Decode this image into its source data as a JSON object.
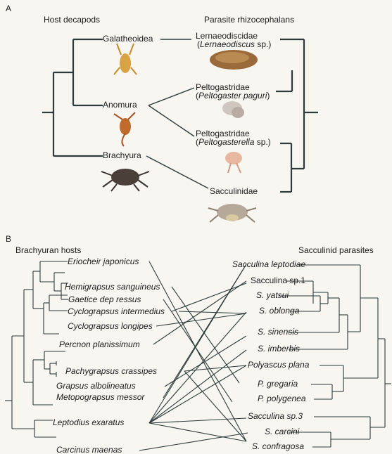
{
  "panel_a": {
    "letter": "A",
    "host_heading": "Host decapods",
    "parasite_heading": "Parasite rhizocephalans",
    "hosts": {
      "galatheoidea": "Galatheoidea",
      "anomura": "Anomura",
      "brachyura": "Brachyura"
    },
    "parasites": {
      "lernaeodiscidae": "Lernaeodiscidae",
      "lernaeodiscus_sci": "Lernaeodiscus",
      "lernaeodiscus_sp": " sp.)",
      "peltogastridae_1": "Peltogastridae",
      "peltogaster_sci": "Peltogaster paguri",
      "peltogastridae_2": "Peltogastridae",
      "peltogasterella_sci": "Peltogasterella",
      "peltogasterella_sp": " sp.)",
      "sacculinidae": "Sacculinidae"
    }
  },
  "panel_b": {
    "letter": "B",
    "host_heading": "Brachyuran hosts",
    "parasite_heading": "Sacculinid parasites",
    "hosts": [
      "Eriocheir japonicus",
      "Hemigrapsus sanguineus",
      "Gaetice dep ressus",
      "Cyclograpsus intermedius",
      "Cyclograpsus longipes",
      "Percnon planissimum",
      "Pachygrapsus crassipes",
      "Grapsus albolineatus",
      "Metopograpsus messor",
      "Leptodius exaratus",
      "Carcinus maenas"
    ],
    "parasites": [
      "Sacculina leptodiae",
      "Sacculina sp.1",
      "S. yatsui",
      "S. oblonga",
      "S. sinensis",
      "S. imberbis",
      "Polyascus plana",
      "P. gregaria",
      "P. polygenea",
      "Sacculina sp.3",
      "S. carcini",
      "S. confragosa"
    ]
  }
}
